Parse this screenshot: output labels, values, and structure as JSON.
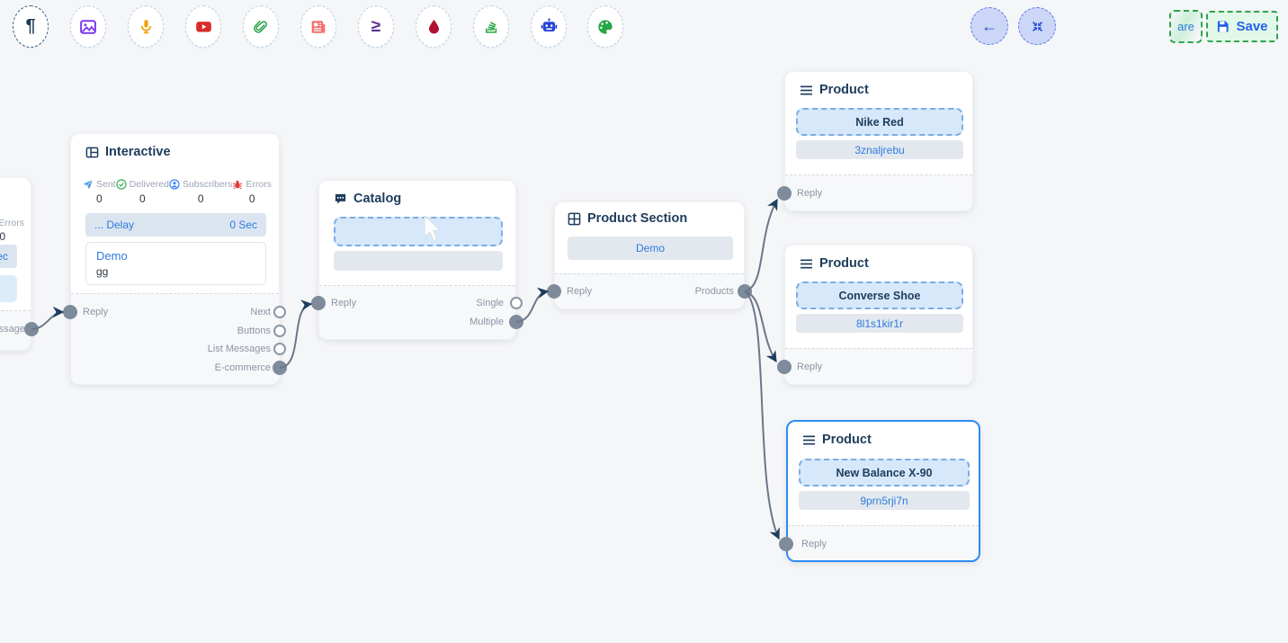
{
  "toolbar": {
    "icons": [
      "text",
      "image",
      "audio",
      "video",
      "attachment",
      "template",
      "sequence",
      "drip",
      "stack",
      "chatbot",
      "design"
    ],
    "back_button_icon": "arrow-left",
    "compress_button_icon": "compress",
    "share_partial_text": "are",
    "save_button": {
      "label": "Save",
      "icon": "floppy-disk"
    }
  },
  "nodes": {
    "message_partial": {
      "errors_label": "Errors",
      "errors_value": "0",
      "delay_value": "Sec",
      "port_label": "essage"
    },
    "interactive": {
      "title": "Interactive",
      "stats": [
        {
          "label": "Sent",
          "value": "0"
        },
        {
          "label": "Delivered",
          "value": "0"
        },
        {
          "label": "Subscribers",
          "value": "0"
        },
        {
          "label": "Errors",
          "value": "0"
        }
      ],
      "delay_label": "... Delay",
      "delay_value": "0 Sec",
      "body_title": "Demo",
      "body_text": "gg",
      "input_port": "Reply",
      "output_ports": [
        {
          "label": "Next",
          "connected": false
        },
        {
          "label": "Buttons",
          "connected": false
        },
        {
          "label": "List Messages",
          "connected": false
        },
        {
          "label": "E-commerce",
          "connected": true
        }
      ]
    },
    "catalog": {
      "title": "Catalog",
      "input_port": "Reply",
      "output_ports": [
        {
          "label": "Single",
          "connected": false
        },
        {
          "label": "Multiple",
          "connected": true
        }
      ]
    },
    "product_section": {
      "title": "Product Section",
      "body_text": "Demo",
      "input_port": "Reply",
      "output_port": "Products"
    },
    "products": [
      {
        "title": "Product",
        "name": "Nike Red",
        "retailer_id": "3znaljrebu",
        "input_port": "Reply",
        "selected": false
      },
      {
        "title": "Product",
        "name": "Converse Shoe",
        "retailer_id": "8l1s1kir1r",
        "input_port": "Reply",
        "selected": false
      },
      {
        "title": "Product",
        "name": "New Balance X-90",
        "retailer_id": "9prn5rji7n",
        "input_port": "Reply",
        "selected": true
      }
    ]
  },
  "connections": [
    {
      "from": "message-partial.message",
      "to": "interactive.reply"
    },
    {
      "from": "interactive.e-commerce",
      "to": "catalog.reply"
    },
    {
      "from": "catalog.multiple",
      "to": "product-section.reply"
    },
    {
      "from": "product-section.products",
      "to": "product-1.reply"
    },
    {
      "from": "product-section.products",
      "to": "product-2.reply"
    },
    {
      "from": "product-section.products",
      "to": "product-3.reply"
    }
  ],
  "colors": {
    "canvas_bg": "#f5f6f8",
    "accent_blue": "#2f7bdd",
    "title_navy": "#1e3c5c",
    "save_green": "#2ea44f",
    "port_gray": "#7e8b9b",
    "edge_gray": "#6b7788",
    "arrow_navy": "#1d3d5f",
    "selected_border": "#2d8cf0"
  }
}
